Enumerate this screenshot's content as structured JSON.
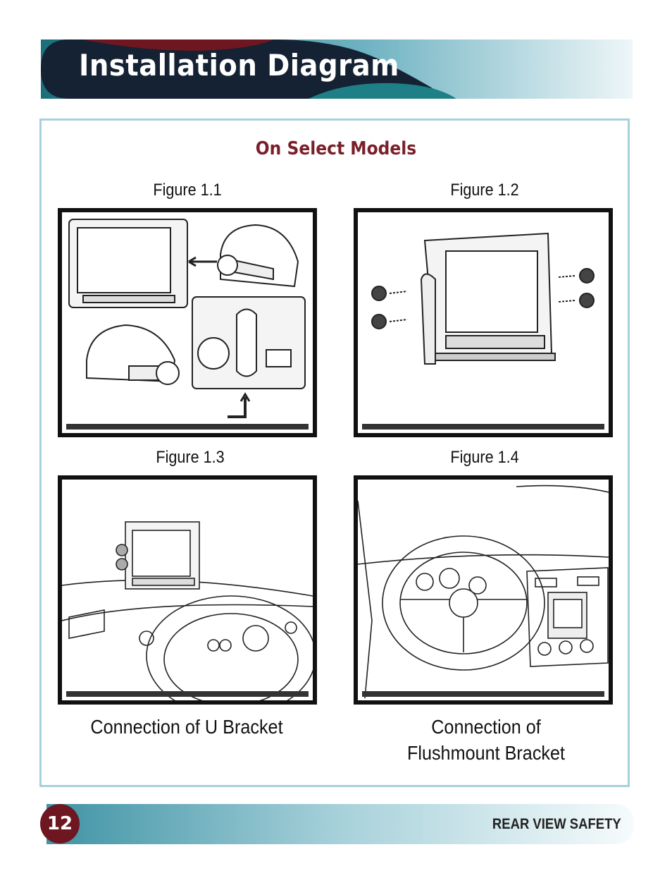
{
  "header": {
    "title": "Installation Diagram"
  },
  "panel": {
    "subtitle": "On Select Models"
  },
  "figures": [
    {
      "label": "Figure 1.1"
    },
    {
      "label": "Figure 1.2"
    },
    {
      "label": "Figure 1.3"
    },
    {
      "label": "Figure 1.4"
    }
  ],
  "captions": {
    "left": "Connection of U Bracket",
    "right_line1": "Connection of",
    "right_line2": "Flushmount  Bracket"
  },
  "footer": {
    "page_number": "12",
    "brand": "REAR VIEW SAFETY"
  },
  "colors": {
    "maroon": "#6e1720",
    "navy": "#152233",
    "teal": "#1f7f86",
    "light_blue": "#a7d1da"
  }
}
